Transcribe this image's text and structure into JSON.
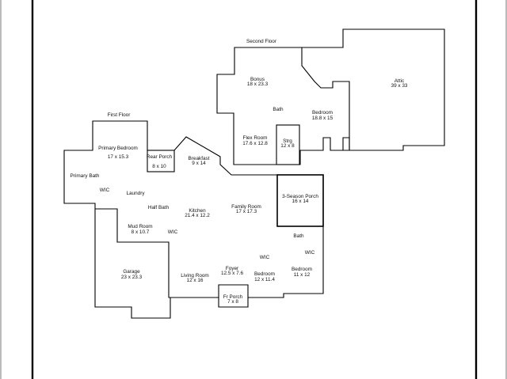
{
  "sections": {
    "second_floor": "Second Floor",
    "first_floor": "First Floor"
  },
  "rooms": {
    "bonus": {
      "name": "Bonus",
      "size": "18 x 23.3"
    },
    "attic": {
      "name": "Attic",
      "size": "39 x 33"
    },
    "bath_upper": {
      "name": "Bath"
    },
    "bedroom_upper": {
      "name": "Bedroom",
      "size": "18.8 x 15"
    },
    "flex_room": {
      "name": "Flex Room",
      "size": "17.6 x 12.8"
    },
    "storage": {
      "name": "Strg",
      "size": "12 x 8"
    },
    "primary_bedroom": {
      "name": "Primary Bedroom",
      "size": "17 x 15.3"
    },
    "rear_porch": {
      "name": "Rear Porch",
      "size": "8 x 10"
    },
    "breakfast": {
      "name": "Breakfast",
      "size": "9 x 14"
    },
    "primary_bath": {
      "name": "Primary Bath"
    },
    "wic_primary": {
      "name": "WIC"
    },
    "laundry": {
      "name": "Laundry"
    },
    "three_season_porch": {
      "name": "3-Season Porch",
      "size": "16 x 14"
    },
    "half_bath": {
      "name": "Half Bath"
    },
    "kitchen": {
      "name": "Kitchen",
      "size": "21.4 x 12.2"
    },
    "family_room": {
      "name": "Family Room",
      "size": "17 x 17.3"
    },
    "mud_room": {
      "name": "Mud Room",
      "size": "8 x 10.7"
    },
    "wic_mud": {
      "name": "WIC"
    },
    "bath_lower": {
      "name": "Bath"
    },
    "wic_lower": {
      "name": "WIC"
    },
    "wic_right": {
      "name": "WIC"
    },
    "garage": {
      "name": "Garage",
      "size": "23 x 23.3"
    },
    "foyer": {
      "name": "Foyer",
      "size": "12.5 x 7.6"
    },
    "living_room": {
      "name": "Living Room",
      "size": "12 x 16"
    },
    "bedroom_lower": {
      "name": "Bedroom",
      "size": "12 x 11.4"
    },
    "bedroom_right": {
      "name": "Bedroom",
      "size": "11 x 12"
    },
    "front_porch": {
      "name": "Fr Porch",
      "size": "7 x 8"
    }
  }
}
